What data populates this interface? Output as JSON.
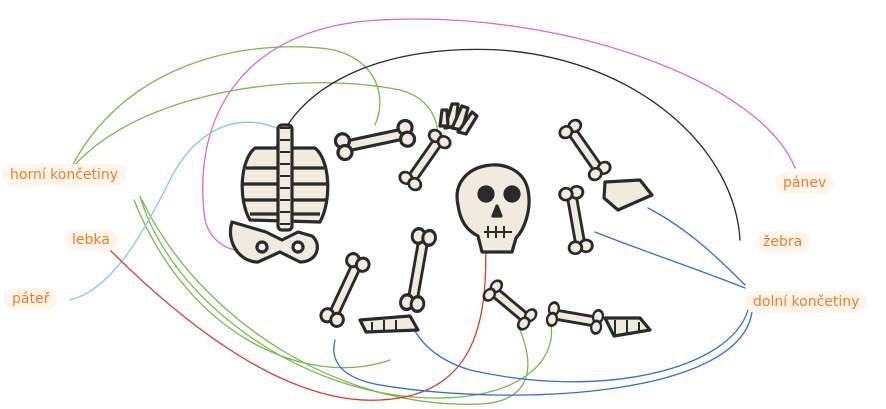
{
  "labels": {
    "horni": "horní končetiny",
    "lebka": "lebka",
    "pater": "páteř",
    "panev": "pánev",
    "zebra": "žebra",
    "dolni": "dolní končetiny"
  },
  "colors": {
    "label_text": "#f07c2c",
    "label_bg": "#fff5ea",
    "bone_fill": "#f1ebdf",
    "bone_stroke": "#2a2a2a",
    "line_green": "#79b84a",
    "line_pink": "#d86ad0",
    "line_black": "#2b2b2b",
    "line_blue": "#2f6fd6",
    "line_red": "#d83a2e",
    "line_cyan": "#7fc9e8"
  }
}
